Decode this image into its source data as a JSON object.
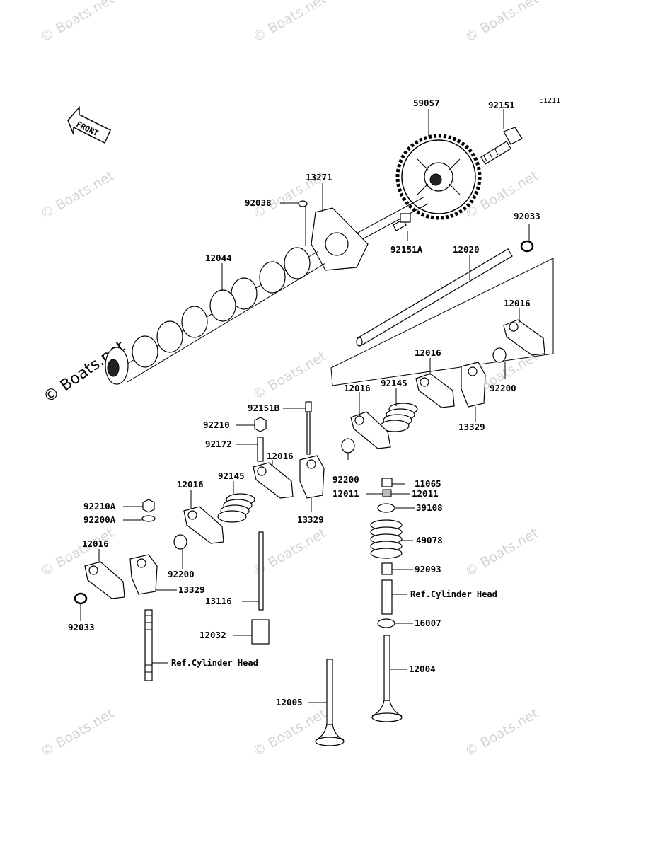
{
  "diagram_code": "E1211",
  "front_label": "FRONT",
  "watermark": "© Boats.net",
  "parts": {
    "p59057": "59057",
    "p92151": "92151",
    "p13271": "13271",
    "p92038": "92038",
    "p92151A": "92151A",
    "p92033_top": "92033",
    "p12020": "12020",
    "p12044": "12044",
    "p12016_right": "12016",
    "p12016_mid": "12016",
    "p92145_mid": "92145",
    "p12016_center": "12016",
    "p92200_right": "92200",
    "p13329_right": "13329",
    "p92151B": "92151B",
    "p92210": "92210",
    "p92172": "92172",
    "p12016_left2": "12016",
    "p92145_left": "92145",
    "p12016_left": "12016",
    "p92200_mid": "92200",
    "p11065": "11065",
    "p12011_a": "12011",
    "p12011_b": "12011",
    "p39108": "39108",
    "p13329_mid": "13329",
    "p92210A": "92210A",
    "p92200A": "92200A",
    "p49078": "49078",
    "p12016_far": "12016",
    "p92200_left": "92200",
    "p92093": "92093",
    "p13329_left": "13329",
    "p13116": "13116",
    "p92033_bot": "92033",
    "p16007": "16007",
    "p12032": "12032",
    "p12004": "12004",
    "p12005": "12005",
    "ref_cyl_head_1": "Ref.Cylinder Head",
    "ref_cyl_head_2": "Ref.Cylinder Head"
  }
}
